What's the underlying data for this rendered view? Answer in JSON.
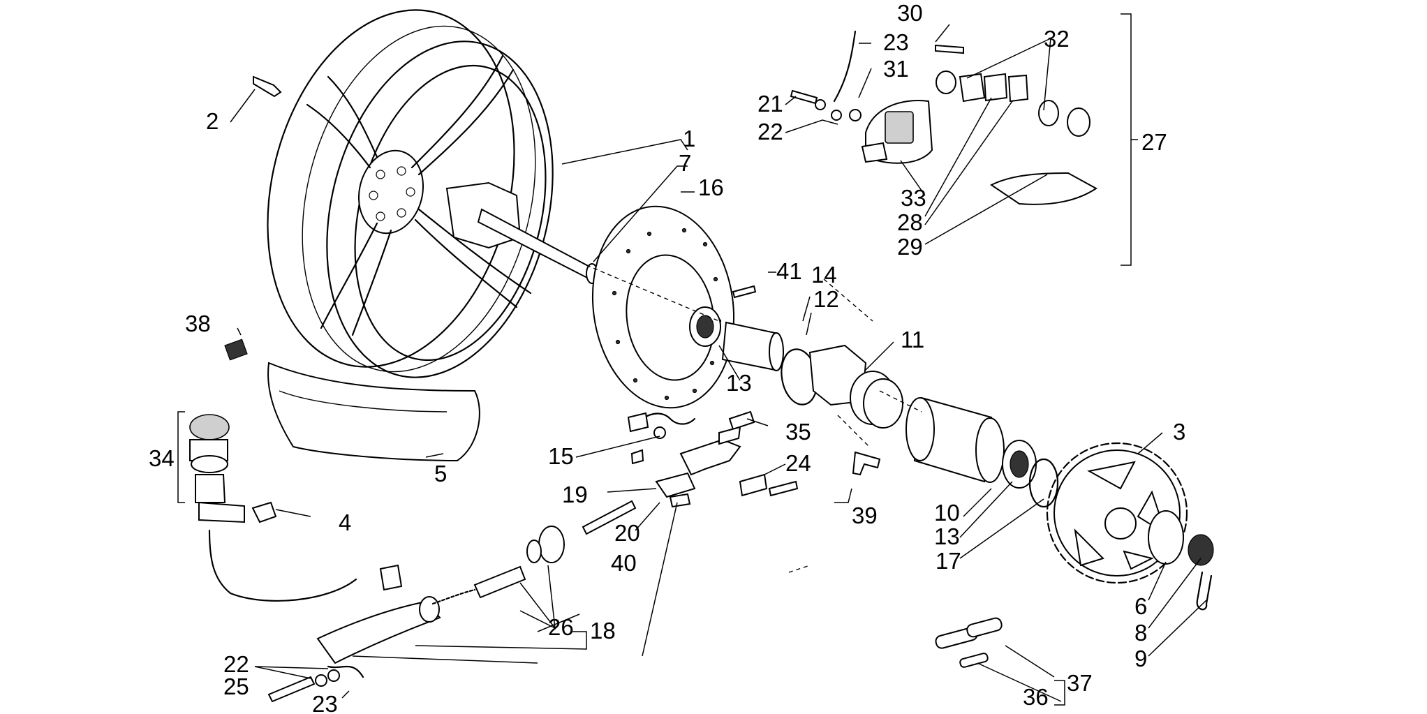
{
  "diagram": {
    "callouts": [
      "1",
      "2",
      "3",
      "4",
      "5",
      "6",
      "7",
      "8",
      "9",
      "10",
      "11",
      "12",
      "13",
      "13",
      "14",
      "15",
      "16",
      "17",
      "18",
      "19",
      "20",
      "21",
      "22",
      "22",
      "23",
      "23",
      "24",
      "25",
      "26",
      "27",
      "28",
      "29",
      "30",
      "31",
      "32",
      "33",
      "34",
      "35",
      "36",
      "37",
      "38",
      "39",
      "40",
      "41"
    ]
  }
}
